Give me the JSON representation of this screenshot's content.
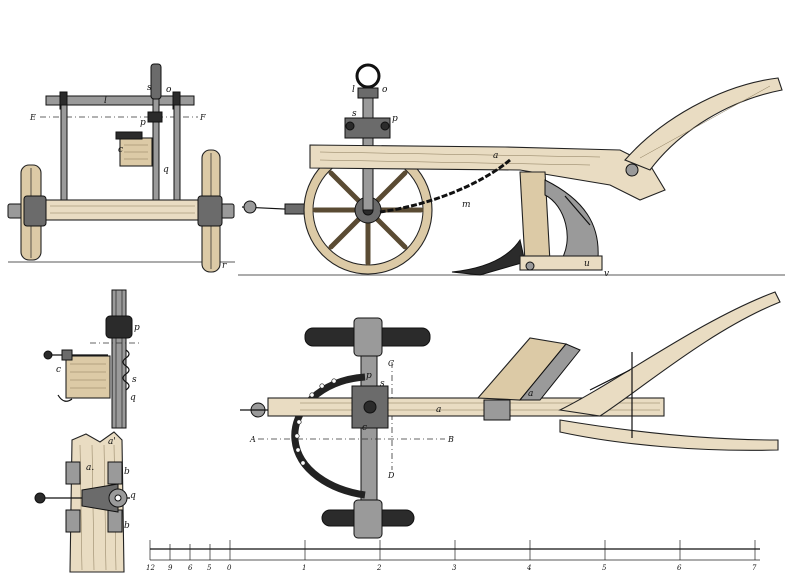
{
  "labels": {
    "front_l": "l",
    "front_s": "s",
    "front_o": "o",
    "front_p": "p",
    "front_c": "c",
    "front_q": "q",
    "front_r": "r",
    "front_E": "E",
    "front_F": "F",
    "side_l": "l",
    "side_o": "o",
    "side_s": "s",
    "side_p": "p",
    "side_a": "a",
    "side_m": "m",
    "side_u": "u",
    "side_v": "v",
    "detail_p": "p",
    "detail_c": "c",
    "detail_s": "s",
    "detail_q": "q",
    "detail2_a": "a.",
    "detail2_a2": "a'",
    "detail2_b_top": "b",
    "detail2_q": "q",
    "detail2_b_bottom": "b",
    "plan_A": "A",
    "plan_B": "B",
    "plan_C": "C",
    "plan_D": "D",
    "plan_a": "a",
    "plan_a2": "a",
    "plan_s": "s",
    "plan_p": "p",
    "plan_c": "c"
  },
  "scale": {
    "ticks": [
      "12",
      "9",
      "6",
      "5",
      "0",
      "1",
      "2",
      "3",
      "4",
      "5",
      "6",
      "7"
    ]
  }
}
